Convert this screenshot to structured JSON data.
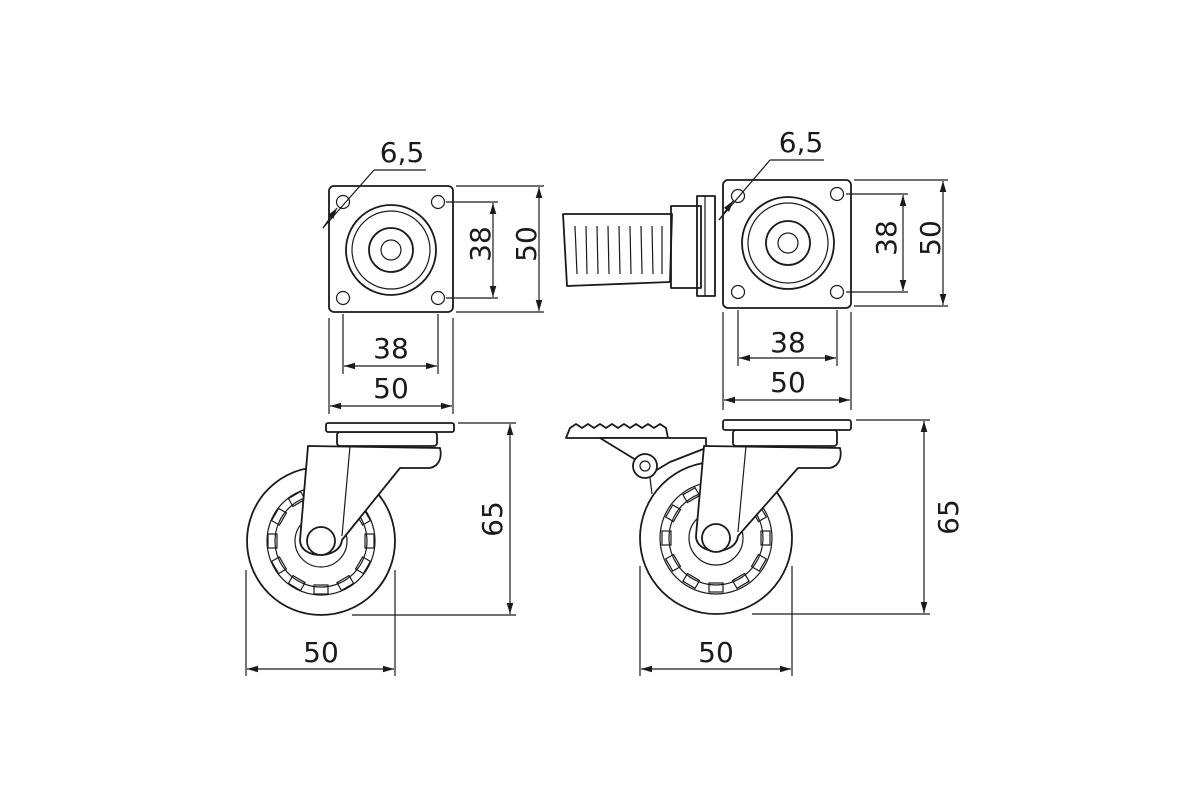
{
  "dimensions": {
    "left_plate": {
      "hole_diameter": "6,5",
      "hole_spacing_vertical": "38",
      "plate_height": "50",
      "hole_spacing_horizontal": "38",
      "plate_width": "50"
    },
    "right_plate": {
      "hole_diameter": "6,5",
      "hole_spacing_vertical": "38",
      "plate_height": "50",
      "hole_spacing_horizontal": "38",
      "plate_width": "50"
    },
    "left_caster": {
      "total_height": "65",
      "wheel_diameter": "50"
    },
    "right_caster": {
      "total_height": "65",
      "wheel_diameter": "50"
    }
  }
}
